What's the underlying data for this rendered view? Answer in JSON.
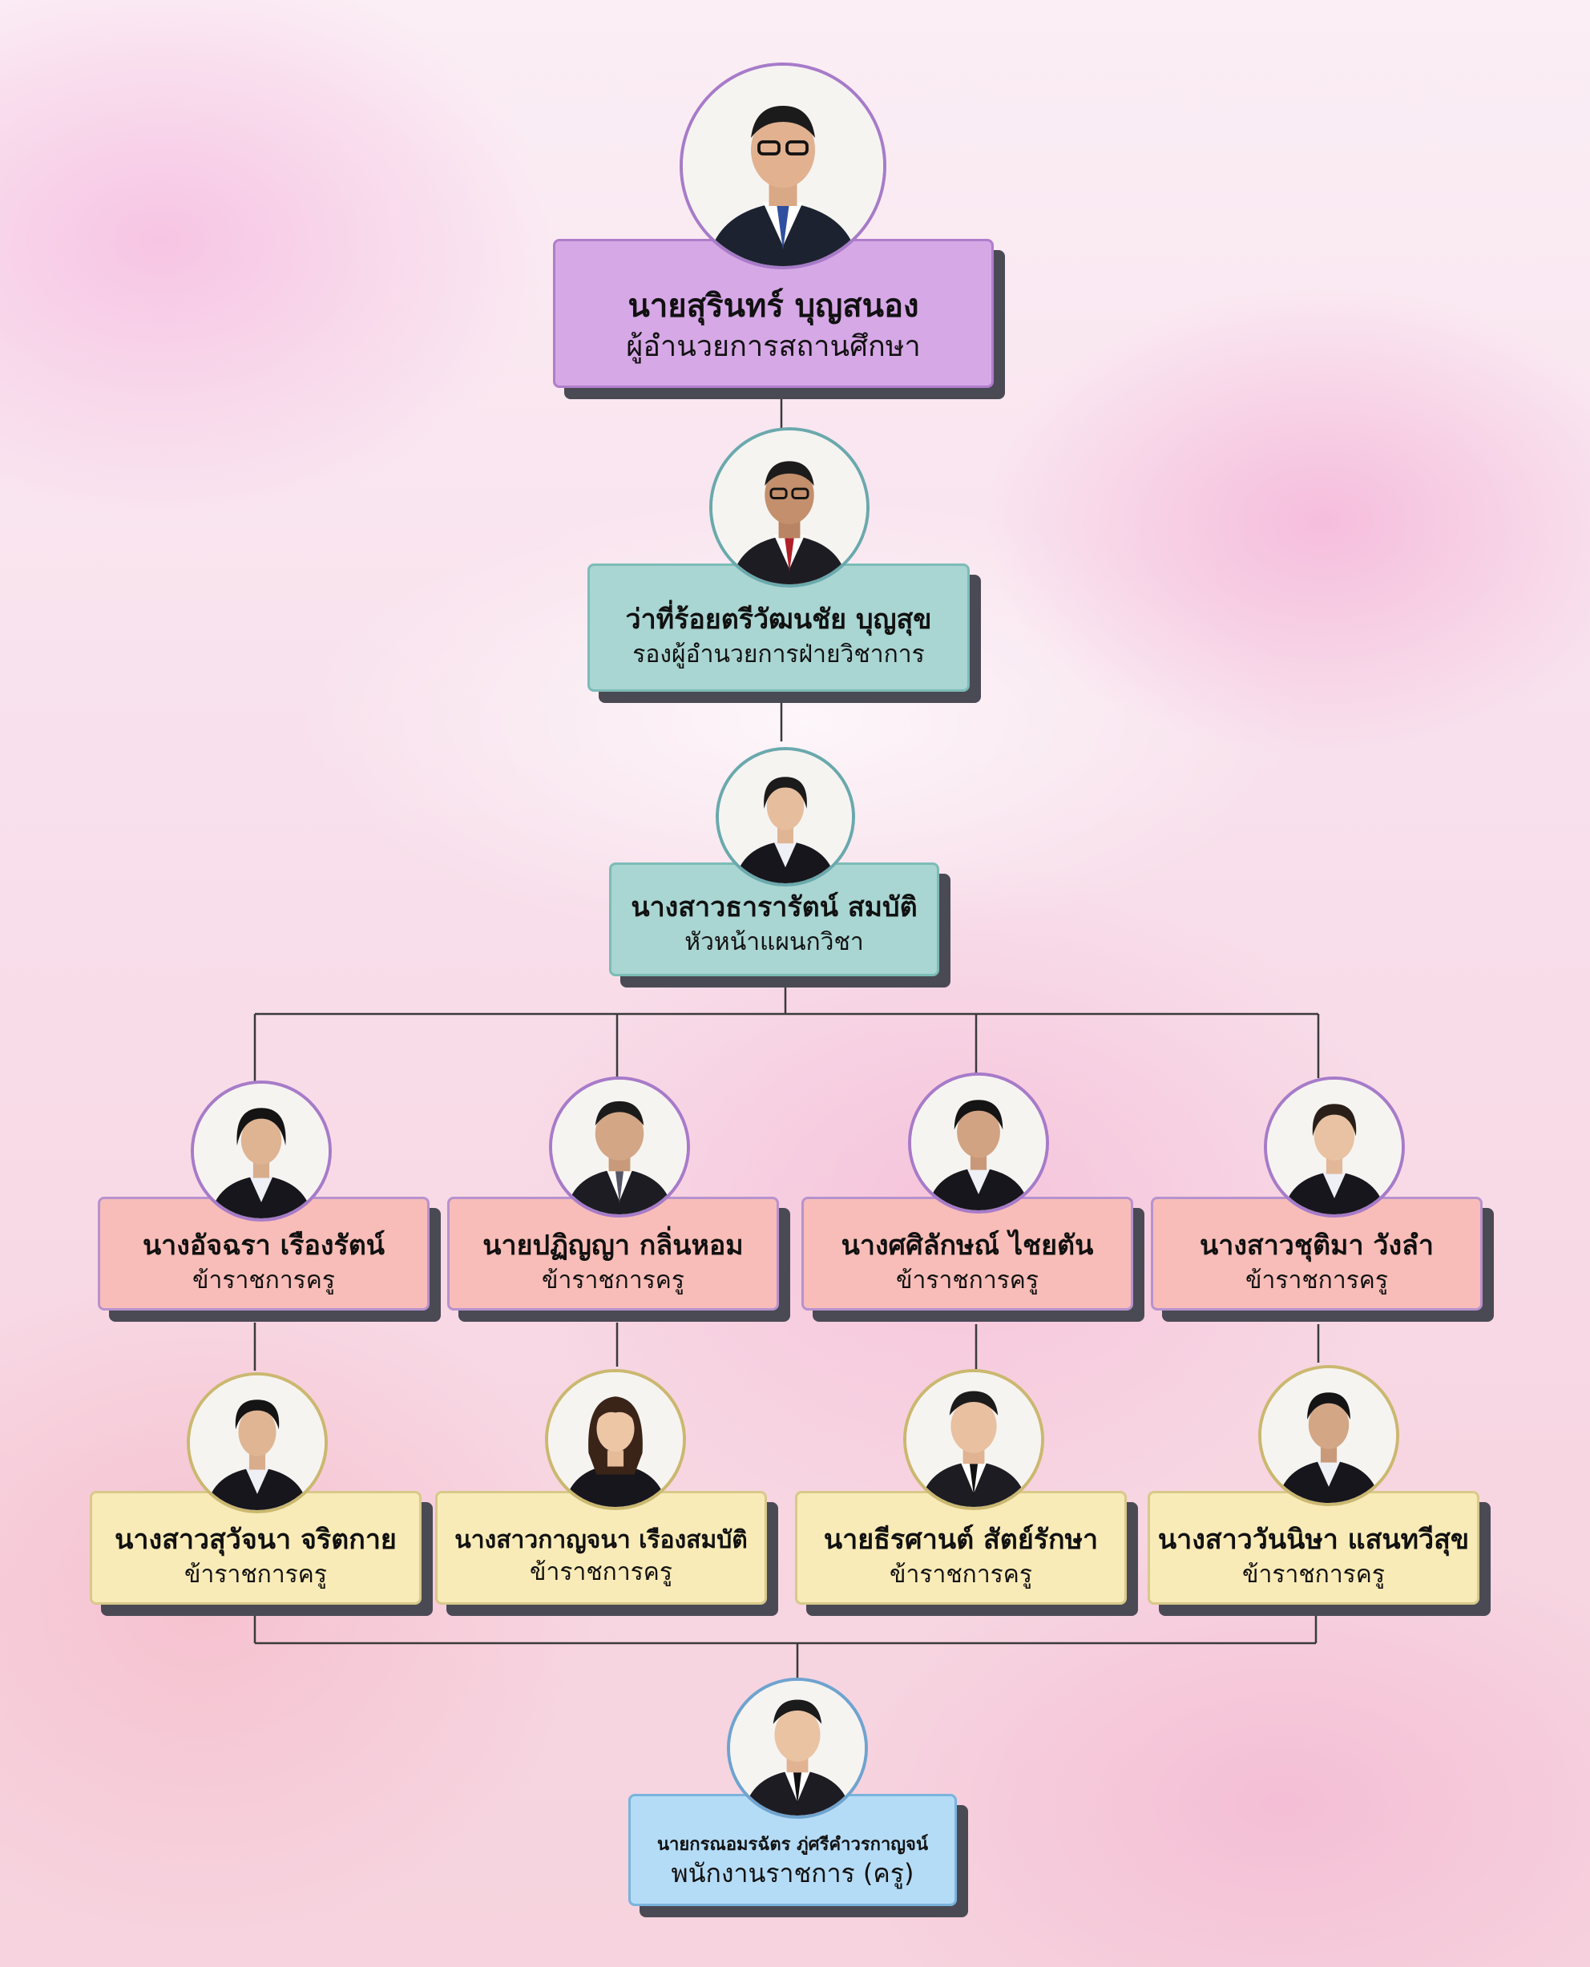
{
  "director": {
    "name": "นายสุรินทร์ บุญสนอง",
    "position": "ผู้อำนวยการสถานศึกษา"
  },
  "deputy": {
    "name": "ว่าที่ร้อยตรีวัฒนชัย บุญสุข",
    "position": "รองผู้อำนวยการฝ่ายวิชาการ"
  },
  "head": {
    "name": "นางสาวธารารัตน์ สมบัติ",
    "position": "หัวหน้าแผนกวิชา"
  },
  "teachers_row1": [
    {
      "name": "นางอัจฉรา เรืองรัตน์",
      "position": "ข้าราชการครู"
    },
    {
      "name": "นายปฏิญญา กลิ่นหอม",
      "position": "ข้าราชการครู"
    },
    {
      "name": "นางศศิลักษณ์  ไชยตัน",
      "position": "ข้าราชการครู"
    },
    {
      "name": "นางสาวชุติมา  วังลำ",
      "position": "ข้าราชการครู"
    }
  ],
  "teachers_row2": [
    {
      "name": "นางสาวสุวัจนา จริตกาย",
      "position": "ข้าราชการครู"
    },
    {
      "name": "นางสาวกาญจนา  เรืองสมบัติ",
      "position": "ข้าราชการครู"
    },
    {
      "name": "นายธีรศานต์   สัตย์รักษา",
      "position": "ข้าราชการครู"
    },
    {
      "name": "นางสาววันนิษา แสนทวีสุข",
      "position": "ข้าราชการครู"
    }
  ],
  "staff": {
    "name": "นายกรณอมรฉัตร  ภู่ศรีคำวรกาญจน์",
    "position": "พนักงานราชการ (ครู)"
  },
  "colors": {
    "director_box": "#d6a8e6",
    "admin_box": "#a9d5d2",
    "teacher_row1_box": "#f8bdb8",
    "teacher_row2_box": "#f9ebb7",
    "staff_box": "#b5dcf6",
    "shadow": "#4a4a55"
  }
}
